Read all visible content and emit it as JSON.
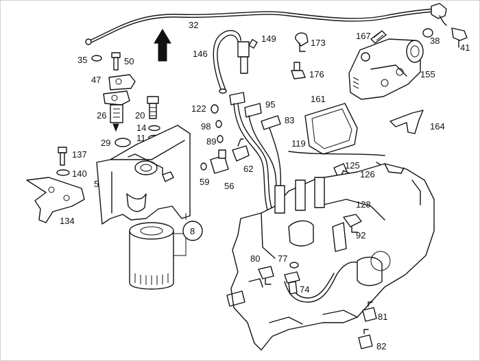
{
  "diagram": {
    "callouts": [
      {
        "id": "c32",
        "text": "32"
      },
      {
        "id": "c35",
        "text": "35"
      },
      {
        "id": "c50",
        "text": "50"
      },
      {
        "id": "c47",
        "text": "47"
      },
      {
        "id": "c26",
        "text": "26"
      },
      {
        "id": "c20",
        "text": "20"
      },
      {
        "id": "c14",
        "text": "14"
      },
      {
        "id": "c11",
        "text": "11"
      },
      {
        "id": "c29",
        "text": "29"
      },
      {
        "id": "c137",
        "text": "137"
      },
      {
        "id": "c140",
        "text": "140"
      },
      {
        "id": "c5",
        "text": "5"
      },
      {
        "id": "c134",
        "text": "134"
      },
      {
        "id": "c8",
        "text": "8"
      },
      {
        "id": "c146",
        "text": "146"
      },
      {
        "id": "c149",
        "text": "149"
      },
      {
        "id": "c173",
        "text": "173"
      },
      {
        "id": "c176",
        "text": "176"
      },
      {
        "id": "c167",
        "text": "167"
      },
      {
        "id": "c38",
        "text": "38"
      },
      {
        "id": "c41",
        "text": "41"
      },
      {
        "id": "c155",
        "text": "155"
      },
      {
        "id": "c161",
        "text": "161"
      },
      {
        "id": "c164",
        "text": "164"
      },
      {
        "id": "c122",
        "text": "122"
      },
      {
        "id": "c95",
        "text": "95"
      },
      {
        "id": "c83",
        "text": "83"
      },
      {
        "id": "c98",
        "text": "98"
      },
      {
        "id": "c89",
        "text": "89"
      },
      {
        "id": "c119",
        "text": "119"
      },
      {
        "id": "c62",
        "text": "62"
      },
      {
        "id": "c59",
        "text": "59"
      },
      {
        "id": "c56",
        "text": "56"
      },
      {
        "id": "c125",
        "text": "125"
      },
      {
        "id": "c126",
        "text": "126"
      },
      {
        "id": "c128",
        "text": "128"
      },
      {
        "id": "c92",
        "text": "92"
      },
      {
        "id": "c80",
        "text": "80"
      },
      {
        "id": "c77",
        "text": "77"
      },
      {
        "id": "c74",
        "text": "74"
      },
      {
        "id": "c81",
        "text": "81"
      },
      {
        "id": "c82",
        "text": "82"
      }
    ]
  }
}
